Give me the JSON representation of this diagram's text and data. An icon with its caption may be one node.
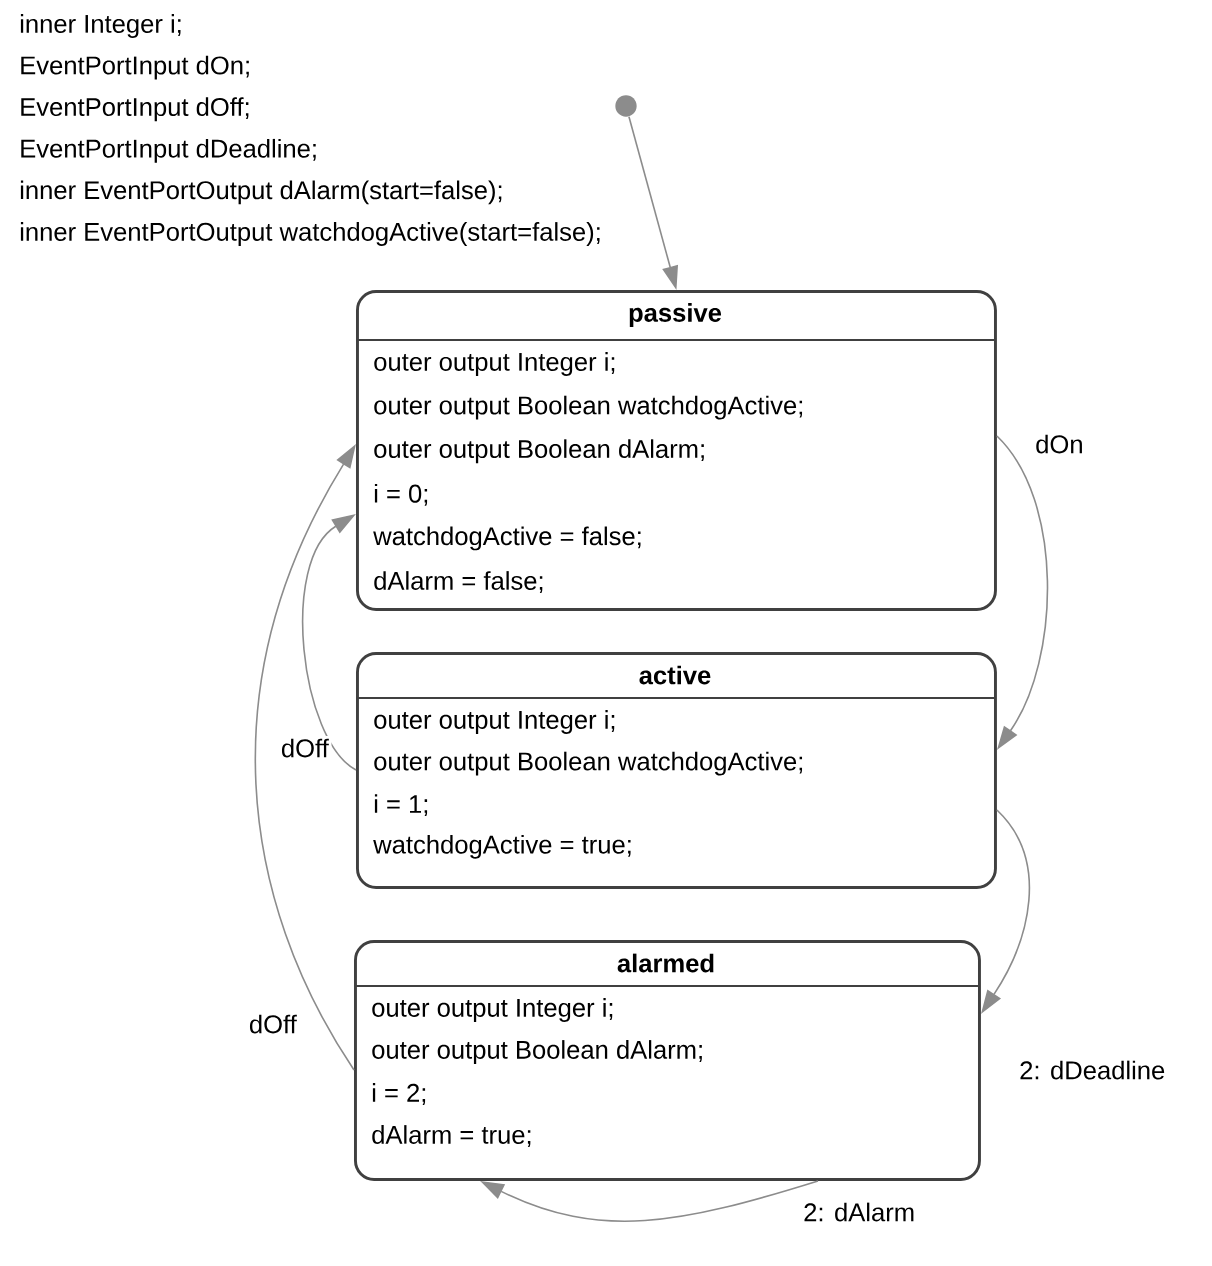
{
  "diagram": {
    "nodes": [
      {
        "text": [],
        "shape": "circle"
      },
      {
        "text": [
          "passive",
          "outer output Integer i;",
          "outer output Boolean watchdogActive;",
          "outer output Boolean dAlarm;",
          "i = 0;",
          "watchdogActive = false;",
          "dAlarm = false;"
        ]
      },
      {
        "text": [
          "active",
          "outer output Integer i;",
          "outer output Boolean watchdogActive;",
          "i = 1;",
          "watchdogActive = true;"
        ]
      },
      {
        "text": [
          "alarmed",
          "outer output Integer i;",
          "outer output Boolean dAlarm;",
          "i = 2;",
          "dAlarm = true;"
        ]
      }
    ],
    "edges": [
      {
        "from": 0,
        "to": 1,
        "arrow": "to"
      },
      {
        "from": 1,
        "to": 2,
        "arrow": "to",
        "label": "dOn"
      },
      {
        "from": 2,
        "to": 1,
        "arrow": "to",
        "label": "dOff"
      },
      {
        "from": 3,
        "to": 1,
        "arrow": "to",
        "label": "dOff"
      },
      {
        "from": 2,
        "to": 3,
        "arrow": "to",
        "label": "2: dDeadline"
      },
      {
        "from": 3,
        "to": 3,
        "arrow": "to",
        "label": "2: dAlarm"
      }
    ],
    "labels": [
      "inner Integer i;",
      "EventPortInput dOn;",
      "EventPortInput dOff;",
      "EventPortInput dDeadline;",
      "inner EventPortOutput dAlarm(start=false);",
      "inner EventPortOutput watchdogActive(start=false);"
    ]
  }
}
